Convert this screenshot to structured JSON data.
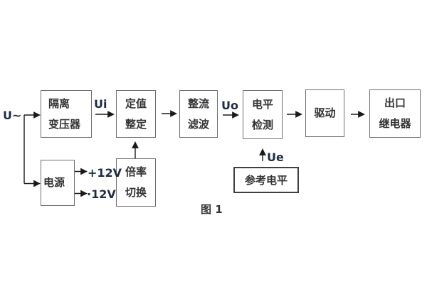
{
  "figure": {
    "caption": "图 1"
  },
  "diagram": {
    "input": {
      "label": "U~"
    },
    "signals": {
      "ui": "Ui",
      "uo": "Uo",
      "ue": "Ue"
    },
    "power_outputs": {
      "positive": "+12V",
      "negative": "·12V"
    },
    "boxes": [
      {
        "id": "isolation-transformer",
        "label": "隔离\n变压器"
      },
      {
        "id": "setpoint-setting",
        "label": "定值\n整定"
      },
      {
        "id": "rectifier-filter",
        "label": "整流\n滤波"
      },
      {
        "id": "level-detection",
        "label": "电平\n检测"
      },
      {
        "id": "driver",
        "label": "驱动"
      },
      {
        "id": "output-relay",
        "label": "出口\n继电器"
      },
      {
        "id": "power-supply",
        "label": "电源"
      },
      {
        "id": "ratio-switching",
        "label": "倍率\n切换"
      },
      {
        "id": "reference-level",
        "label": "参考电平"
      }
    ]
  },
  "colors": {
    "background": "#ffffff",
    "box_border": "#6e6e6e",
    "reference_box_border": "#3f3f3f",
    "box_text": "#333333",
    "signal_text": "#1f2c43",
    "arrow": "#1a1a1a"
  }
}
